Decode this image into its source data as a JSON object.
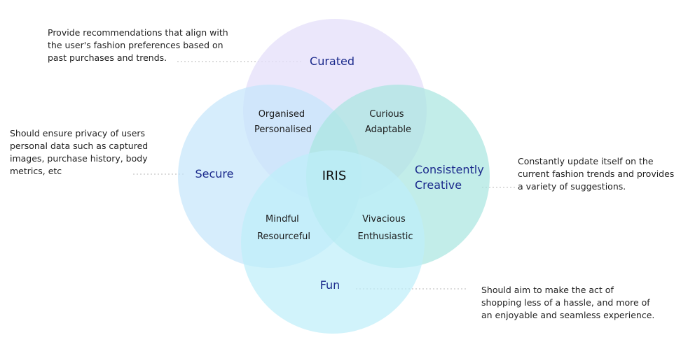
{
  "diagram": {
    "center": {
      "label": "IRIS"
    },
    "circles": [
      {
        "id": "curated",
        "label_lines": [
          "Curated"
        ],
        "color": "#e5e0fa"
      },
      {
        "id": "secure",
        "label_lines": [
          "Secure"
        ],
        "color": "#c5e6fb"
      },
      {
        "id": "creative",
        "label_lines": [
          "Consistently",
          "Creative"
        ],
        "color": "#a8e5df"
      },
      {
        "id": "fun",
        "label_lines": [
          "Fun"
        ],
        "color": "#bdeefa"
      }
    ],
    "overlaps": [
      {
        "id": "curated-secure",
        "lines": [
          "Organised",
          "Personalised"
        ]
      },
      {
        "id": "curated-creative",
        "lines": [
          "Curious",
          "Adaptable"
        ]
      },
      {
        "id": "secure-fun",
        "lines": [
          "Mindful",
          "Resourceful"
        ]
      },
      {
        "id": "creative-fun",
        "lines": [
          "Vivacious",
          "Enthusiastic"
        ]
      }
    ],
    "notes": {
      "curated": [
        "Provide recommendations that align with",
        "the user's fashion preferences based on",
        "past purchases and trends."
      ],
      "secure": [
        "Should ensure privacy of users",
        "personal data such as captured",
        "images, purchase history, body",
        "metrics, etc"
      ],
      "creative": [
        "Constantly update itself on the",
        "current fashion trends and provides",
        "a variety of suggestions."
      ],
      "fun": [
        "Should aim to make the act of",
        "shopping less of a hassle, and more of",
        "an enjoyable and seamless experience."
      ]
    },
    "colors": {
      "label_text": "#1b2a8c",
      "leader_line": "#b8b8b8"
    }
  }
}
